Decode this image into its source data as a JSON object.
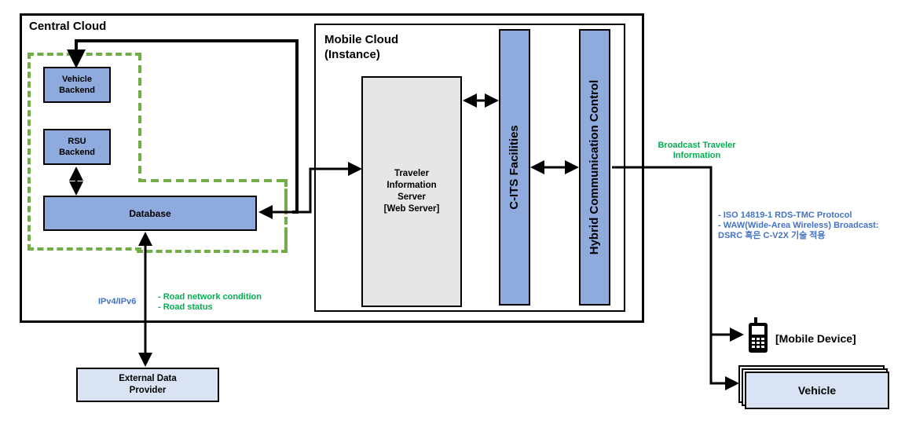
{
  "central_cloud": {
    "title": "Central Cloud"
  },
  "mobile_cloud": {
    "title_line1": "Mobile Cloud",
    "title_line2": "(Instance)"
  },
  "vehicle_backend": {
    "line1": "Vehicle",
    "line2": "Backend"
  },
  "rsu_backend": {
    "line1": "RSU",
    "line2": "Backend"
  },
  "database": {
    "label": "Database"
  },
  "traveler_server": {
    "line1": "Traveler",
    "line2": "Information",
    "line3": "Server",
    "line4": "[Web Server]"
  },
  "c_its": {
    "label": "C-ITS Facilities"
  },
  "hybrid": {
    "label": "Hybrid Communication Control"
  },
  "broadcast_label": {
    "line1": "Broadcast Traveler",
    "line2": "Information"
  },
  "protocols": {
    "line1": "- ISO 14819-1 RDS-TMC Protocol",
    "line2": "- WAW(Wide-Area Wireless) Broadcast:",
    "line3": "DSRC 혹은 C-V2X 기술 적용"
  },
  "ip_label": "IPv4/IPv6",
  "road_info": {
    "line1": "- Road network condition",
    "line2": "- Road status"
  },
  "external_provider": {
    "line1": "External Data",
    "line2": "Provider"
  },
  "mobile_device": {
    "label": "[Mobile Device]",
    "icon": "mobile-phone-icon"
  },
  "vehicle": {
    "label": "Vehicle"
  },
  "colors": {
    "blue_box": "#8faadc",
    "light_box": "#dae3f3",
    "server_gray": "#e6e6e6",
    "dashed_green": "#70ad47",
    "green_text": "#00b050",
    "blue_text": "#4472c4",
    "phone_body": "#000000"
  }
}
